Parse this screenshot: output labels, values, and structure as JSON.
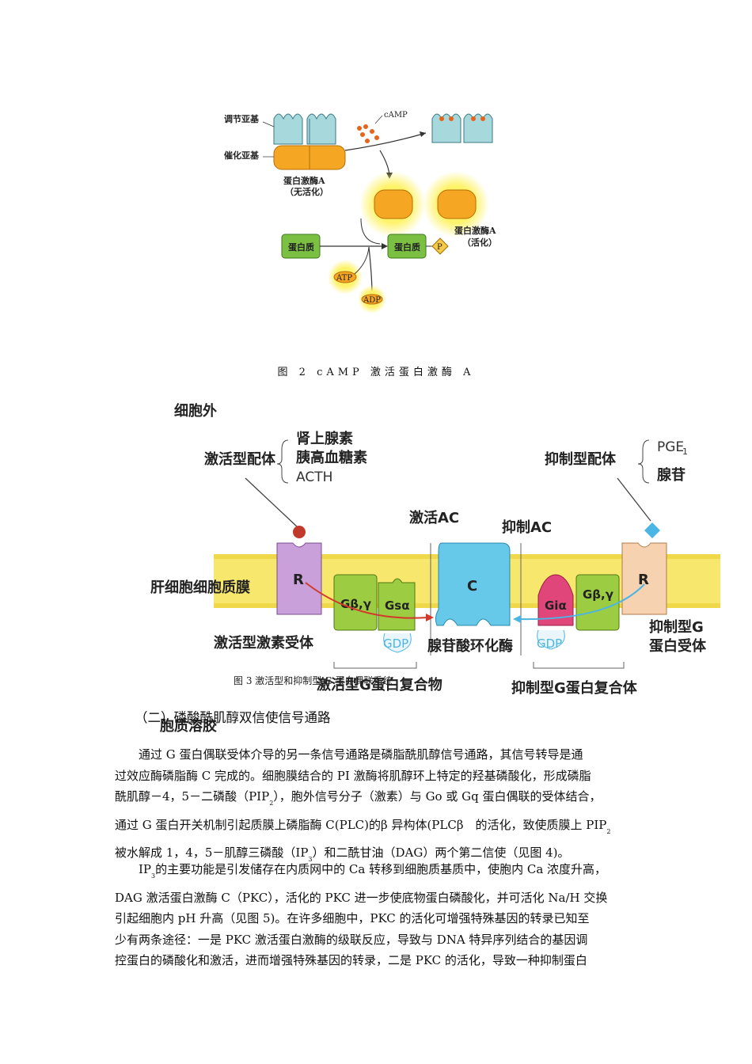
{
  "figure2": {
    "labels": {
      "regulatory": "调节亚基",
      "catalytic": "催化亚基",
      "camp": "cAMP",
      "pka_inactive_1": "蛋白激酶A",
      "pka_inactive_2": "（无活化）",
      "pka_active_1": "蛋白激酶A",
      "pka_active_2": "（活化）",
      "protein": "蛋白质",
      "protein_p": "蛋白质",
      "p": "P",
      "atp": "ATP",
      "adp": "ADP"
    },
    "caption": "图 2 cAMP 激活蛋白激酶 A"
  },
  "figure3": {
    "labels": {
      "outside": "细胞外",
      "act_ligand": "激活型配体",
      "ligand1": "肾上腺素",
      "ligand2": "胰高血糖素",
      "ligand3": "ACTH",
      "inh_ligand": "抑制型配体",
      "pge": "PGE",
      "pge_sub": "1",
      "adenosine": "腺苷",
      "act_ac": "激活AC",
      "inh_ac": "抑制AC",
      "membrane": "肝细胞细胞质膜",
      "r_left": "R",
      "r_right": "R",
      "gbg_left": "Gβ,γ",
      "gsa": "Gsα",
      "c": "C",
      "gia": "Giα",
      "gbg_right": "Gβ,γ",
      "gdp_left": "GDP",
      "gdp_right": "GDP",
      "act_receptor": "激活型激素受体",
      "ac_enzyme": "腺苷酸环化酶",
      "inh_receptor_1": "抑制型G",
      "inh_receptor_2": "蛋白受体",
      "act_complex": "激活型G蛋白复合物",
      "inh_complex": "抑制型G蛋白复合体",
      "cytosol": "胞质溶胶"
    },
    "caption": "图 3 激活型和抑制型 G 蛋白偶联系统"
  },
  "section_heading": "（二）磷酸酰肌醇双信使信号通路",
  "paragraph1": {
    "l1": "通过 G 蛋白偶联受体介导的另一条信号通路是磷脂酰肌醇信号通路，其信号转导是通",
    "l2": "过效应酶磷脂酶 C 完成的。细胞膜结合的 PI 激酶将肌醇环上特定的羟基磷酸化，形成磷脂",
    "l3a": "酰肌醇－4，5－二磷酸（PIP",
    "l3s": "2",
    "l3b": "），胞外信号分子（激素）与 Go 或 Gq 蛋白偶联的受体结合，",
    "l4a": "通过 G 蛋白开关机制引起质膜上磷脂酶 C(PLC)的β 异构体(PLCβ　的活化，致使质膜上 PIP",
    "l4s": "2",
    "l5a": "被水解成 1，4，5－肌醇三磷酸（IP",
    "l5s": "3",
    "l5b": "）和二酰甘油（DAG）两个第二信使（见图 4)。"
  },
  "paragraph2": {
    "l1a": "IP",
    "l1s": "3",
    "l1b": "的主要功能是引发储存在内质网中的 Ca 转移到细胞质基质中，使胞内 Ca 浓度升高，",
    "l2": "DAG 激活蛋白激酶 C（PKC），活化的 PKC 进一步使底物蛋白磷酸化，并可活化 Na/H 交换",
    "l3": "引起细胞内 pH 升高（见图 5)。在许多细胞中，PKC 的活化可增强特殊基因的转录已知至",
    "l4": "少有两条途径：一是 PKC 激活蛋白激酶的级联反应，导致与 DNA 特异序列结合的基因调",
    "l5": "控蛋白的磷酸化和激活，进而增强特殊基因的转录，二是 PKC 的活化，导致一种抑制蛋白"
  }
}
